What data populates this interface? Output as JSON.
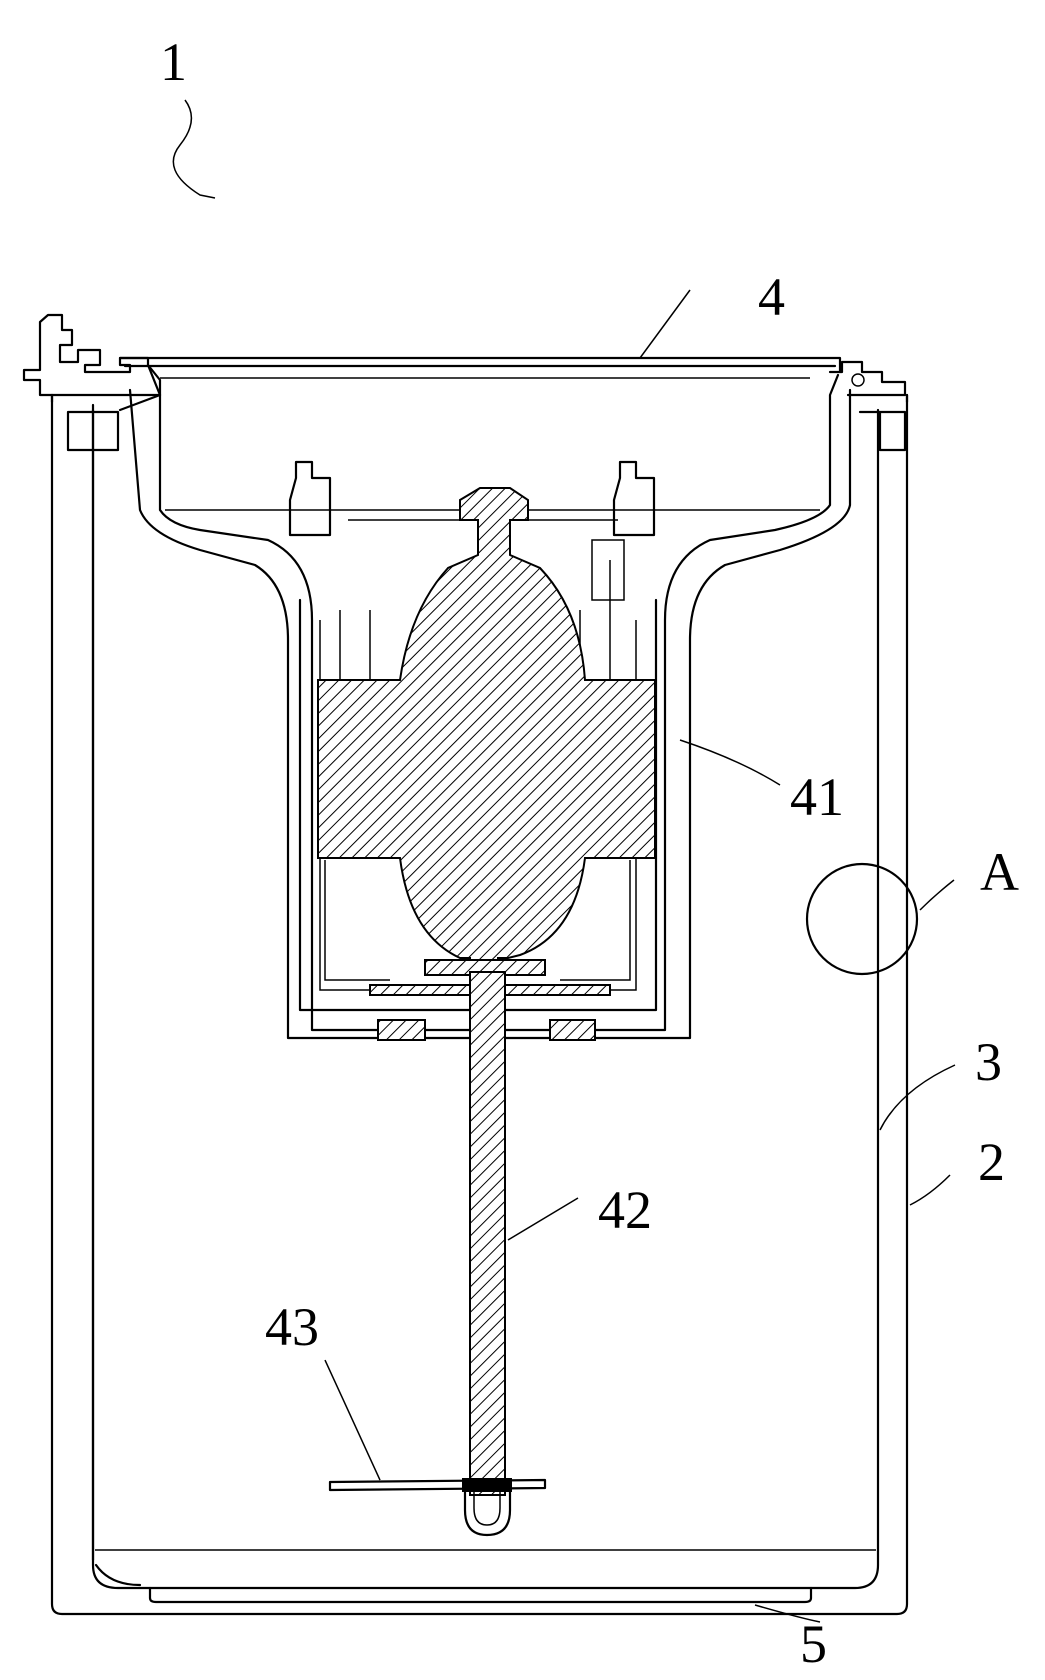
{
  "labels": {
    "device": "1",
    "outer_housing": "2",
    "inner_pot": "3",
    "lid_assembly": "4",
    "motor_housing": "41",
    "shaft": "42",
    "blade": "43",
    "base": "5",
    "detail": "A"
  }
}
